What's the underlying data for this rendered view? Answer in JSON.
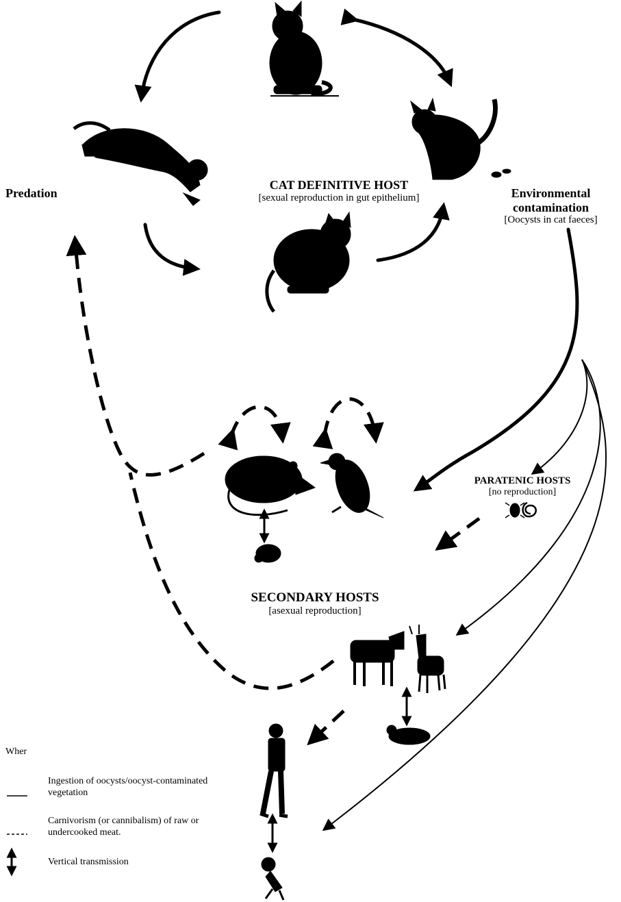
{
  "labels": {
    "predation": "Predation",
    "cat_host_title": "CAT DEFINITIVE HOST",
    "cat_host_sub": "[sexual reproduction in gut epithelium]",
    "env_title_1": "Environmental",
    "env_title_2": "contamination",
    "env_sub": "[Oocysts in cat faeces]",
    "paratenic_title": "PARATENIC HOSTS",
    "paratenic_sub": "[no reproduction]",
    "secondary_title": "SECONDARY HOSTS",
    "secondary_sub": "[asexual reproduction]"
  },
  "legend": {
    "title": "Wher",
    "solid_line": "Ingestion of oocysts/oocyst-contaminated vegetation",
    "dashed_line": "Carnivorism (or cannibalism) of raw or undercooked  meat.",
    "vertical": "Vertical transmission"
  },
  "illustrations": [
    "sitting-cat",
    "pouncing-cat",
    "defecating-cat",
    "cat-eating-mouse",
    "rat",
    "bird",
    "beetle",
    "snail",
    "rat-offspring",
    "calf",
    "goat",
    "calf-offspring",
    "human",
    "infant"
  ],
  "colors": {
    "ink": "#000000",
    "background": "#ffffff"
  }
}
